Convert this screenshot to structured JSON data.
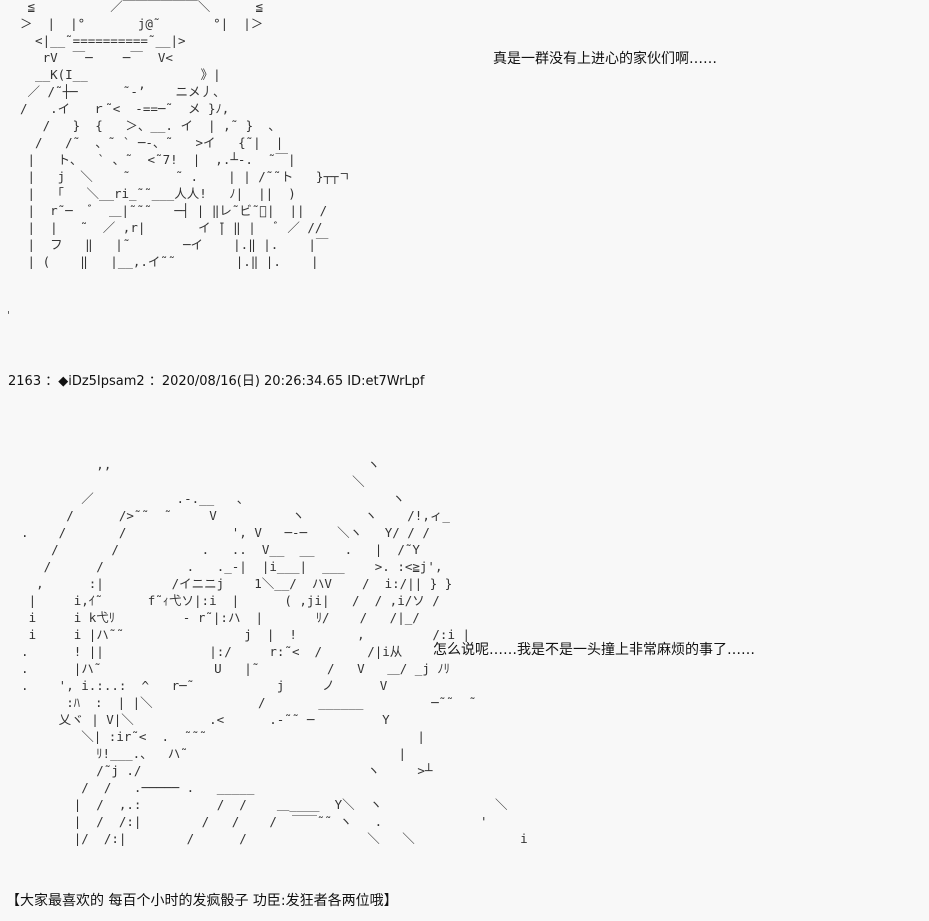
{
  "art": {
    "top": " ≦          ／￣￣￣￣￣￣＼      ≦\n＞  |  |°       j@˜       °|  |＞\n  <|__˜==========˜__|>\n   rV  ￣─    ─￣  V<\n  __K(Ι__               》|\n ／ /˜┼─      ˜-’    ニメ丿、\n/   .イ   ｒ˜<  -==─˜  メ }ﾉ,\n   /   }  {   ＞、__. イ  | ,˜ }  、\n  /   /˜  、˜ ` ─-、˜   >イ   {˜|  |\n |   ト、  ` 、˜  <˜7!  |  ,.┴‐.  ˜￣|\n |   j  ＼    ˜      ˜ .    | | /˜˜ト   }┬┬ㄱ\n |   ｢   ＼__ri_˜˜___人人!   ﾉ|  ||  )\n |  r˜─  ﾞ  ＿|˜˜˜   ─┤ | ‖レ˜ビ˜ﾞ|  ||  /\n |  |   ˜  ／ ,r|       イ ̄| ‖ |   ﾞ ／ //\n |  フ   ‖   |˜       ─イ    |.‖ |.    |￣\n | (    ‖   |__,.イ˜˜        |.‖ |.    |",
    "bottom": "            ,,                                  ヽ\n                                              ＼\n          ／           .‐.__   、                   ヽ\n        /      />˜˜  ˜     V          ヽ        ヽ    /!,ィ_\n  .    /       /              ', V   ─-─    ＼ヽ   Y/ / /\n      /       /           .   ..  V__  __    .   |  /˜Y\n     /      /           .   ._-|  |i___|  ___    >. :<≧j',\n    ,      :|         /イニニj    1＼__/  ハV    /  i:/|| } }\n   |     i,ｲ˜      f˜ｨ弋ソ|:i  |      ( ,ji|   /  / ,i/ソ /\n   i     i k弋ﾘ         ‐ r˜|:ハ  |       ﾘ/    /   /|_/\n   i     i |ハ˜˜                j  |  !        ,         /:i |\n  .      ! ||              |:/     r:˜<  /      /|i从\n  .      |ハ˜               U   |˜         /   V   ＿/ _j ﾉﾘ\n  .    ', i.:..:  ^   r─˜           j     ノ      V\n        :ﾊ  :  | |＼              /       ______         ─˜˜  ˜\n       乂ヾ | V|＼          .<      .‐˜˜ ─         Y\n          ＼| :ir˜<  .  ˜˜˜                            |\n            ﾘ!___.、  ハ˜                            |\n            /˜j ./                              ヽ     >┴\n          /  /   .───── .   _____\n         |  /  ,.:          /  /    ＿____  Y＼  ヽ               ＼\n         |  /  /:|        /   /    /  ￣￣˜˜ ヽ   .             '\n         |/  /:|        /      /                ＼   ＼              i"
  },
  "stray_dot": "'",
  "dialogue_1": "真是一群没有上进心的家伙们啊……",
  "post_header": "2163 ：◆iDz5Ipsam2 ：2020/08/16(日) 20:26:34.65 ID:et7WrLpf",
  "dialogue_2": "怎么说呢……我是不是一头撞上非常麻烦的事了……",
  "caption": "【大家最喜欢的  每百个小时的发疯骰子   功臣:发狂者各两位哦】"
}
